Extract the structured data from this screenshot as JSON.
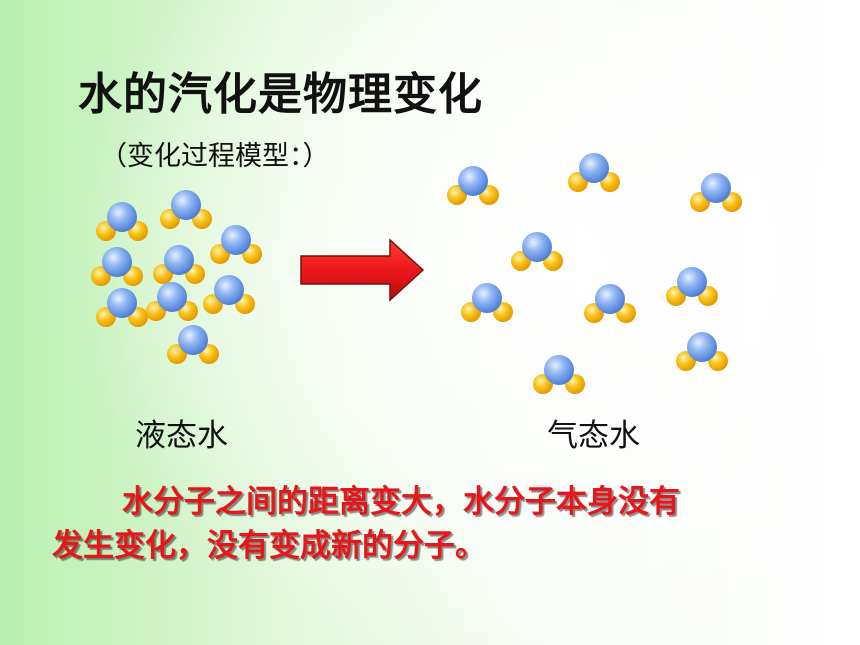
{
  "title": "水的汽化是物理变化",
  "subtitle": "（变化过程模型：）",
  "labels": {
    "liquid": "液态水",
    "gas": "气态水"
  },
  "conclusion": {
    "line1": "水分子之间的距离变大，水分子本身没有",
    "line2": "发生变化，没有变成新的分子。"
  },
  "colors": {
    "oxygen": "#6f9be8",
    "hydrogen": "#f7b20f",
    "arrow": "#e8161a",
    "conclusion_text": "#e8161a"
  },
  "icons": {
    "arrow": "right-arrow-icon",
    "molecule": "water-molecule-icon"
  }
}
